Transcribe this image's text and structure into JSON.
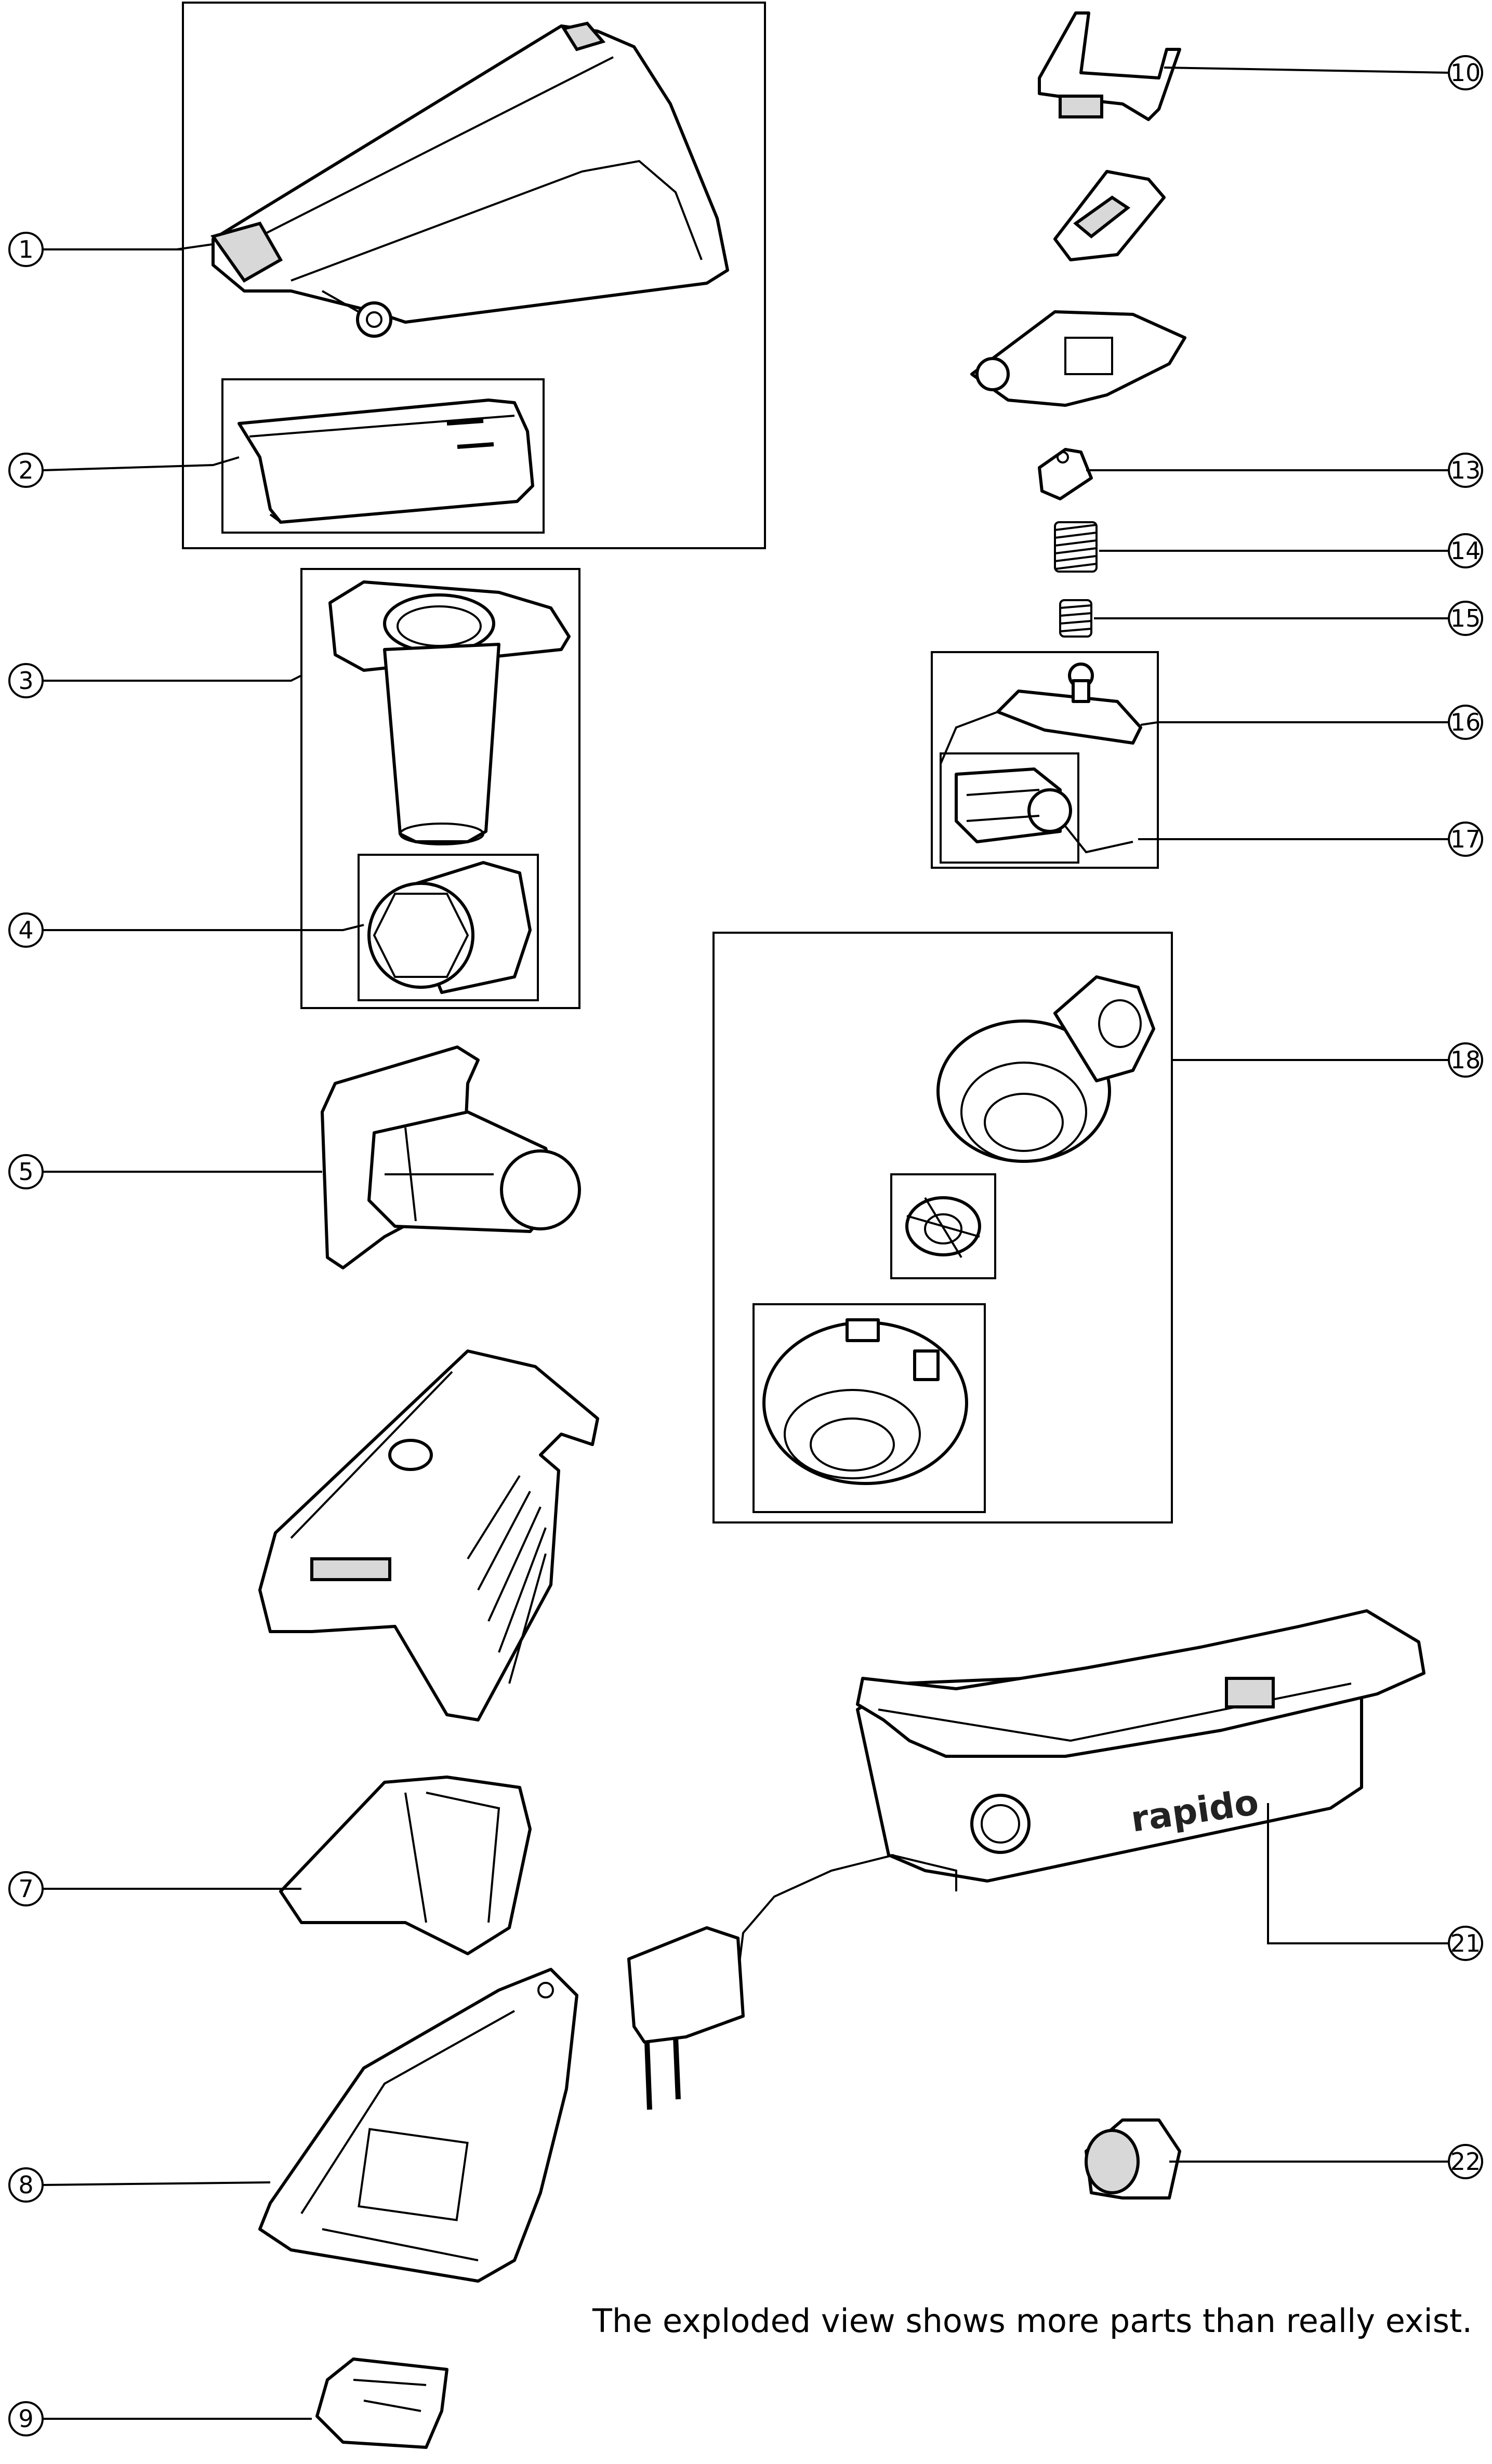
{
  "callouts": {
    "c1": "1",
    "c2": "2",
    "c3": "3",
    "c4": "4",
    "c5": "5",
    "c7": "7",
    "c8": "8",
    "c9": "9",
    "c10": "10",
    "c13": "13",
    "c14": "14",
    "c15": "15",
    "c16": "16",
    "c17": "17",
    "c18": "18",
    "c21": "21",
    "c22": "22"
  },
  "brand_label": "rapido",
  "note": "The exploded view shows more parts than really exist."
}
